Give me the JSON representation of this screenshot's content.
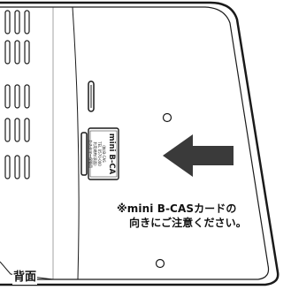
{
  "card": {
    "brand": "mini B-CA",
    "small_lines": [
      "(株)B-CAS",
      "TEL 0570-000",
      "利用規約(表面)",
      "カスタマー保管用"
    ]
  },
  "note": {
    "line1": "※mini B-CASカードの",
    "line2": "向きにご注意ください。"
  },
  "back_label": "背面",
  "colors": {
    "outline": "#1a1a1a",
    "arrow": "#3a3a3a",
    "card_fill": "#1c1c1c"
  }
}
